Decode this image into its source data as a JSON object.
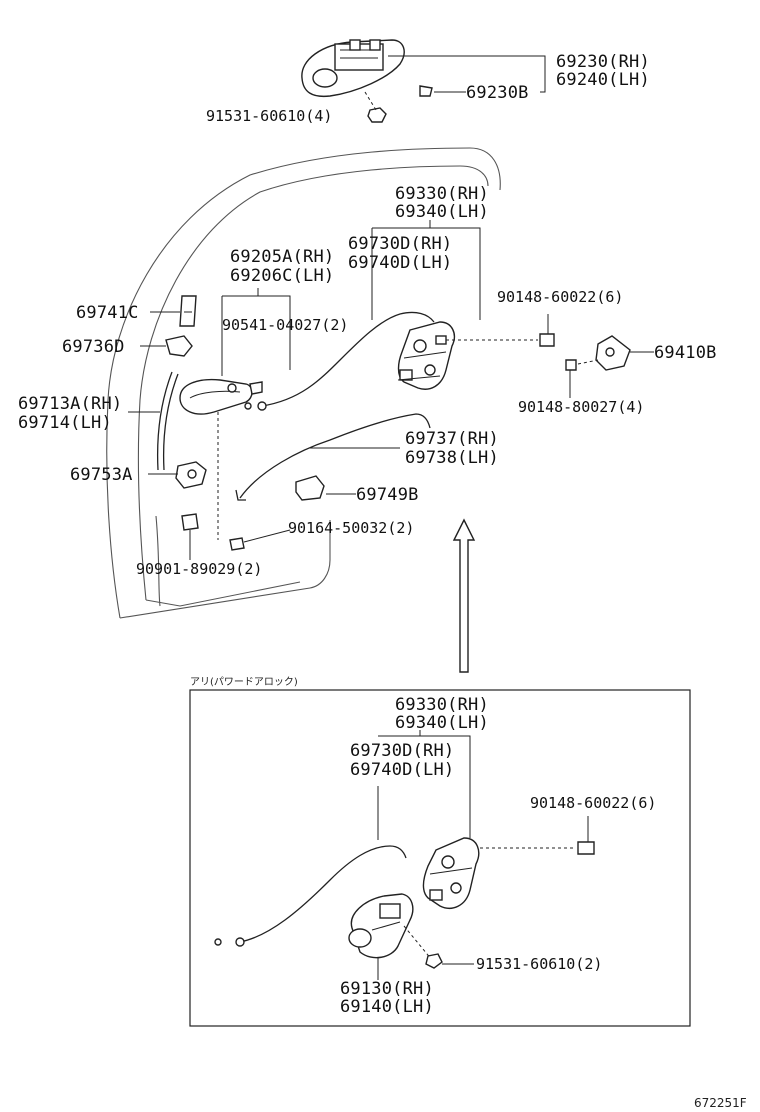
{
  "labels": {
    "outside_handle_rh": "69230(RH)",
    "outside_handle_lh": "69240(LH)",
    "handle_part_b": "69230B",
    "handle_bolt": "91531-60610(4)",
    "lock_assy_rh": "69330(RH)",
    "lock_assy_lh": "69340(LH)",
    "lock_rod_rh": "69730D(RH)",
    "lock_rod_lh": "69740D(LH)",
    "inside_handle_rh": "69205A(RH)",
    "inside_handle_lh": "69206C(LH)",
    "clip_a": "90541-04027(2)",
    "bezel": "69741C",
    "knob_guide": "69736D",
    "inside_rod_rh": "69713A(RH)",
    "inside_rod_lh": "69714(LH)",
    "rod_clamp": "69753A",
    "lock_screw": "90148-60022(6)",
    "striker": "69410B",
    "striker_screw": "90148-80027(4)",
    "link_rod_rh": "69737(RH)",
    "link_rod_lh": "69738(LH)",
    "rod_holder": "69749B",
    "clip_b": "90164-50032(2)",
    "cushion": "90901-89029(2)"
  },
  "inset": {
    "caption": "アリ(パワードアロック)",
    "lock_assy_rh": "69330(RH)",
    "lock_assy_lh": "69340(LH)",
    "lock_rod_rh": "69730D(RH)",
    "lock_rod_lh": "69740D(LH)",
    "lock_screw": "90148-60022(6)",
    "actuator_bolt": "91531-60610(2)",
    "actuator_rh": "69130(RH)",
    "actuator_lh": "69140(LH)"
  },
  "reference": "672251F"
}
